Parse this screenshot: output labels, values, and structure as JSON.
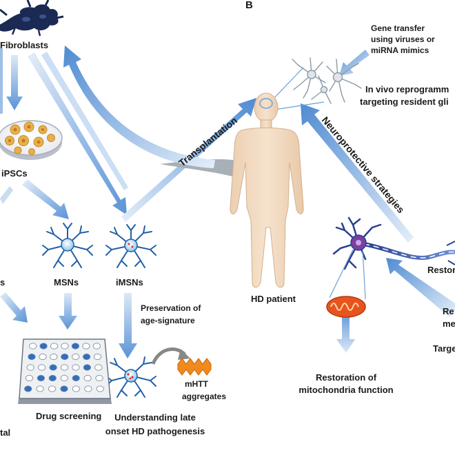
{
  "panel_label": "B",
  "labels": {
    "fibroblasts": "Fibroblasts",
    "ipscs": "iPSCs",
    "msns": "MSNs",
    "imsns": "iMSNs",
    "partial_s": "s",
    "partial_tal": "tal",
    "drug_screening": "Drug screening",
    "understanding_1": "Understanding late",
    "understanding_2": "onset HD pathogenesis",
    "preservation_1": "Preservation of",
    "preservation_2": "age-signature",
    "mhtt_1": "mHTT",
    "mhtt_2": "aggregates",
    "transplantation": "Transplantation",
    "hd_patient": "HD patient",
    "gene_transfer_1": "Gene transfer",
    "gene_transfer_2": "using viruses or",
    "gene_transfer_3": "miRNA mimics",
    "in_vivo_1": "In vivo reprogramm",
    "in_vivo_2": "targeting resident gli",
    "neuroprotective": "Neuroprotective strategies",
    "restoration_1": "Restoration of",
    "restoration_2": "mitochondria function",
    "right_1": "Restor",
    "right_2": "Re",
    "right_3": "me",
    "right_4": "Targe"
  },
  "colors": {
    "arrow": "#6a9fd8",
    "arrow_light": "#cfe0f4",
    "neuron": "#1f5fa8",
    "fibroblast": "#1b2a52",
    "dish_cell": "#e8b04a",
    "aggregate": "#f08a1e",
    "mito": "#e8541e",
    "body_skin": "#f3dcc3",
    "grey_curve": "#9aa4ae"
  }
}
